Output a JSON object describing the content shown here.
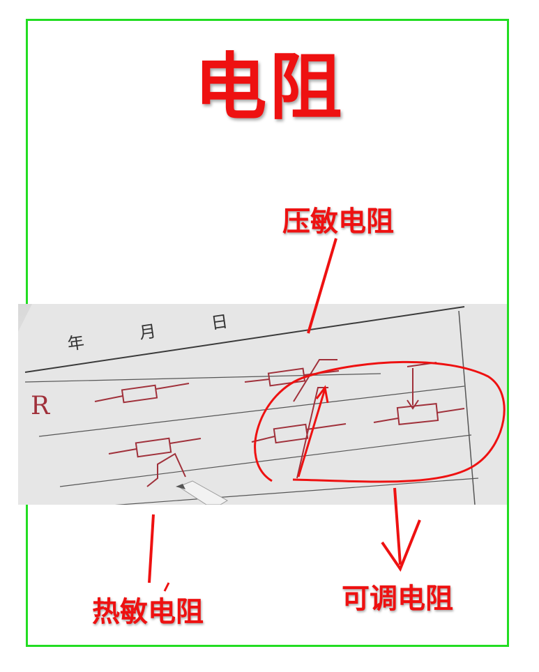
{
  "title": "电阻",
  "labels": {
    "pressure_sensitive": "压敏电阻",
    "thermal_sensitive": "热敏电阻",
    "variable": "可调电阻"
  },
  "paper_header": {
    "year": "年",
    "month": "月",
    "day": "日"
  },
  "handwriting_symbol": "R",
  "colors": {
    "frame": "#22dd22",
    "annotation": "#ee1111",
    "ink": "#a0303a",
    "paper": "#dedede"
  }
}
